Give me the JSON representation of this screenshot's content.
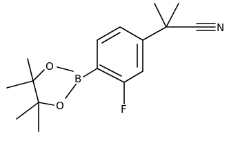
{
  "molecule": {
    "atoms": {
      "nitrogen": "N",
      "fluorine": "F",
      "boron": "B",
      "oxygen_top": "O",
      "oxygen_bottom": "O"
    }
  },
  "colors": {
    "bond": "#000000",
    "background": "#ffffff"
  }
}
